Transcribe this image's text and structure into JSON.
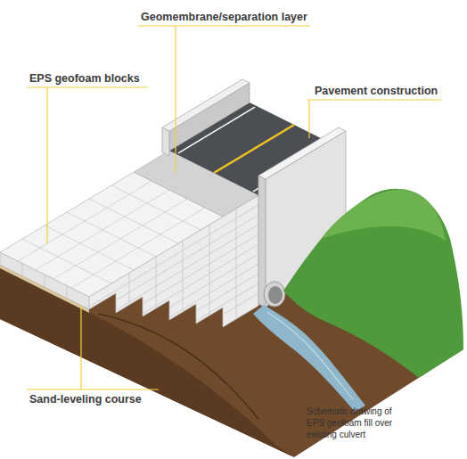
{
  "diagram": {
    "caption": "Schematic drawing of EPS geofoam fill over existing culvert",
    "labels": [
      "Geomembrane/separation layer",
      "EPS geofoam blocks",
      "Pavement construction",
      "Sand-leveling course"
    ]
  }
}
